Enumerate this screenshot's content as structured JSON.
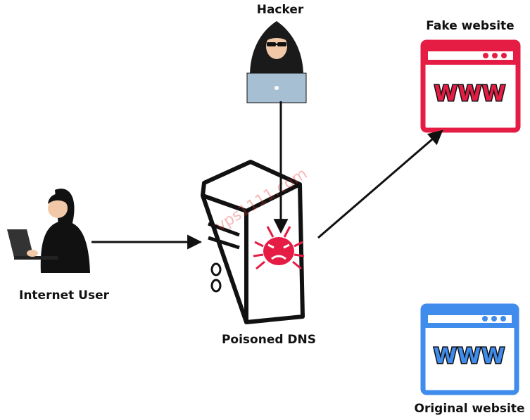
{
  "nodes": {
    "hacker": {
      "label": "Hacker"
    },
    "fake_website": {
      "label": "Fake website",
      "text": "WWW"
    },
    "internet_user": {
      "label": "Internet User"
    },
    "poisoned_dns": {
      "label": "Poisoned DNS"
    },
    "original_website": {
      "label": "Original website",
      "text": "WWW"
    }
  },
  "watermark": "vps1111.com",
  "colors": {
    "fake": "#e51d45",
    "original": "#3f8cec",
    "bug": "#e51d45",
    "laptop": "#a7bfd3",
    "line": "#111111"
  }
}
